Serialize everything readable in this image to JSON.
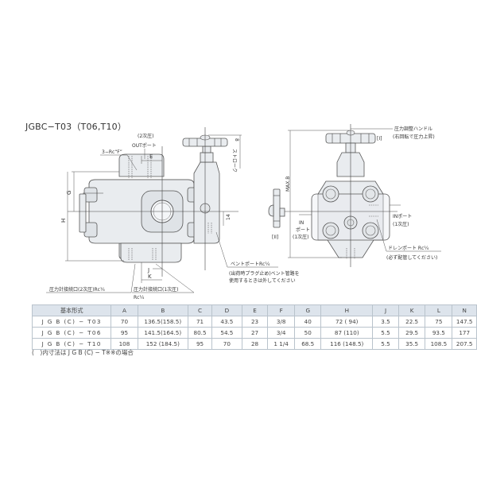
{
  "title": "JGBC−T03（T06,T10）",
  "drawing": {
    "labels": {
      "out_port_line1": "(2次圧)",
      "out_port_line2": "OUTポート",
      "port_thread": "3−Rc“F”",
      "dim_E": "E",
      "dim_G": "G",
      "dim_H": "H",
      "dim_J": "J",
      "dim_K": "K",
      "dim_14": "14",
      "stroke": "ストローク",
      "dim_8": "8",
      "max_B": "MAX.B",
      "gauge_port_2": "圧力計接続口(2次圧)Rc¼",
      "gauge_port_1_line1": "圧力計接続口(1次圧)",
      "gauge_port_1_line2": "Rc¼",
      "vent_port": "ベントポートRc¼",
      "vent_note_line1": "(出荷時プラグ止め)ベント管路を",
      "vent_note_line2": "使用するときは外してください",
      "handle_line1": "圧力調整ハンドル",
      "handle_line2": "(右回転で圧力上昇)",
      "view_I": "[I]",
      "view_II": "[II]",
      "in_port_left_1": "IN",
      "in_port_left_2": "ポート",
      "in_port_left_3": "(1次圧)",
      "in_port_right_1": "INポート",
      "in_port_right_2": "(1次圧)",
      "drain_line1": "ドレンポート Rc¼",
      "drain_line2": "(必ず配管してください)"
    }
  },
  "table": {
    "headers": [
      "基本形式",
      "A",
      "B",
      "C",
      "D",
      "E",
      "F",
      "G",
      "H",
      "J",
      "K",
      "L",
      "N"
    ],
    "rows": [
      [
        "J G B (C) − T03",
        "70",
        "136.5(158.5)",
        "71",
        "43.5",
        "23",
        "3/8",
        "40",
        "72 ( 94)",
        "3.5",
        "22.5",
        "75",
        "147.5"
      ],
      [
        "J G B (C) − T06",
        "95",
        "141.5(164.5)",
        "80.5",
        "54.5",
        "27",
        "3/4",
        "50",
        "87 (110)",
        "5.5",
        "29.5",
        "93.5",
        "177"
      ],
      [
        "J G B (C) − T10",
        "108",
        "152 (184.5)",
        "95",
        "70",
        "28",
        "1 1/4",
        "68.5",
        "116 (148.5)",
        "5.5",
        "35.5",
        "108.5",
        "207.5"
      ]
    ],
    "colors": {
      "header_bg": "#dde4ec",
      "border": "#b9c3cc"
    }
  },
  "note": "(　)内寸法は J G B (C) − T※※の場合"
}
